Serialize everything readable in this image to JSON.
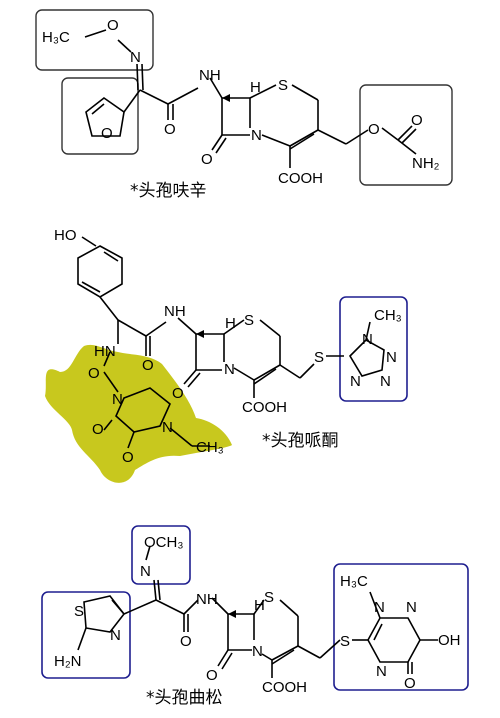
{
  "molecule1": {
    "caption": "*头孢呋辛",
    "labels": {
      "h3c": "H₃C",
      "o_methoxy": "O",
      "n_oxime": "N",
      "o_furan": "O",
      "o_amide": "O",
      "nh": "NH",
      "h": "H",
      "s": "S",
      "n_ring": "N",
      "o_lactam": "O",
      "cooh": "COOH",
      "o_ester": "O",
      "o_carbonyl": "O",
      "nh2": "NH₂"
    }
  },
  "molecule2": {
    "caption": "*头孢哌酮",
    "labels": {
      "ho": "HO",
      "nh_top": "NH",
      "hn": "HN",
      "o_amide": "O",
      "h": "H",
      "s": "S",
      "n_ring": "N",
      "o_lactam": "O",
      "cooh": "COOH",
      "s_thio": "S",
      "ch3_tet": "CH₃",
      "n1": "N",
      "n2": "N",
      "n3": "N",
      "n4": "N",
      "o_pip1": "O",
      "n_pip1": "N",
      "o_pip2": "O",
      "o_pip3": "O",
      "n_pip2": "N",
      "ch3_eth": "CH₃"
    }
  },
  "molecule3": {
    "caption": "*头孢曲松",
    "labels": {
      "och3": "OCH₃",
      "n_oxime": "N",
      "s_thz": "S",
      "n_thz": "N",
      "h2n": "H₂N",
      "o_amide": "O",
      "nh": "NH",
      "h": "H",
      "s": "S",
      "n_ring": "N",
      "o_lactam": "O",
      "cooh": "COOH",
      "s_thio": "S",
      "h3c": "H₃C",
      "n_t1": "N",
      "n_t2": "N",
      "n_t3": "N",
      "oh": "OH",
      "o_tri": "O"
    }
  },
  "colors": {
    "black_box": "#333333",
    "blue_box": "#1f1f8f",
    "highlight": "#c8c81e"
  }
}
